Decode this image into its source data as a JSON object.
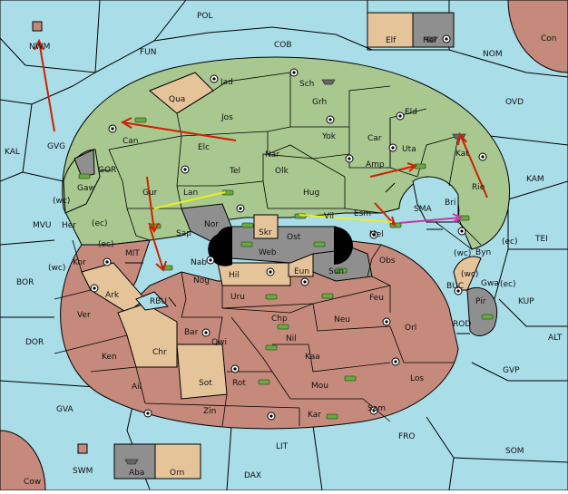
{
  "colors": {
    "sea": "#a9dde8",
    "green": "#a8c890",
    "red": "#c58a7c",
    "tan": "#e6c49a",
    "gray": "#8f8f8f",
    "black": "#000000",
    "order_red": "#cc2200",
    "order_yellow": "#eeee22",
    "order_magenta": "#cc33aa"
  },
  "labels": {
    "sea": [
      "POL",
      "COB",
      "FUN",
      "NOM",
      "KAL",
      "GVG",
      "GOR",
      "MVU",
      "MIT",
      "BOR",
      "DOR",
      "RBU",
      "GVA",
      "SWM",
      "LIT",
      "DAX",
      "FRO",
      "SOM",
      "GVP",
      "ALT",
      "ROD",
      "BUC",
      "KUP",
      "TEI",
      "KAM",
      "OVD",
      "SMA",
      "Con",
      "Elf",
      "Hel",
      "Aba",
      "Orn",
      "Cow",
      "NWM"
    ],
    "green": [
      "Jad",
      "Sch",
      "Qua",
      "Grh",
      "Eld",
      "Jos",
      "Can",
      "Elc",
      "Nar",
      "Yok",
      "Car",
      "Uta",
      "Kat",
      "Tel",
      "Olk",
      "Amp",
      "Rie",
      "Gur",
      "Lan",
      "Hug",
      "Nor",
      "Vil",
      "Esm",
      "Sap",
      "Bri",
      "Mel",
      "Byn",
      "Gaw"
    ],
    "red": [
      "Her",
      "Kor",
      "Ver",
      "Ken",
      "Ail",
      "Nab",
      "Nog",
      "Uru",
      "Feu",
      "Chp",
      "Neu",
      "Orl",
      "Nil",
      "Kaa",
      "Los",
      "Bar",
      "Qwi",
      "Rot",
      "Mou",
      "Zin",
      "Kar",
      "Sam",
      "Obs"
    ],
    "tan": [
      "Ark",
      "Chr",
      "Sot",
      "Hil",
      "Eun",
      "Gwa",
      "Skr"
    ],
    "gray": [
      "Web",
      "Ost",
      "Sun",
      "Pir"
    ],
    "coast": [
      "(wc)",
      "(ec)",
      "(ec)",
      "(wc)",
      "(wc)",
      "(ec)",
      "(wc)",
      "(ec)"
    ]
  }
}
